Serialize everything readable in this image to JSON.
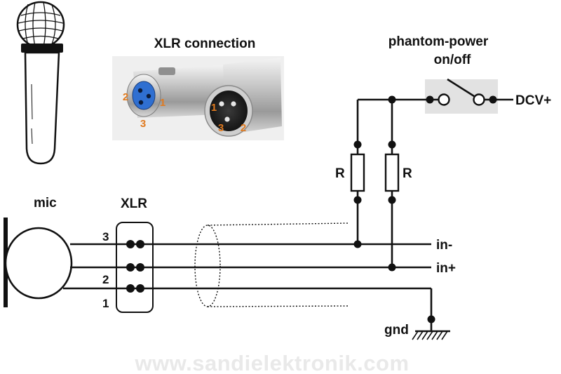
{
  "labels": {
    "xlr_connection_title": "XLR connection",
    "phantom_power_line1": "phantom-power",
    "phantom_power_line2": "on/off",
    "dcv": "DCV+",
    "resistor_left": "R",
    "resistor_right": "R",
    "mic": "mic",
    "xlr": "XLR",
    "in_minus": "in-",
    "in_plus": "in+",
    "gnd": "gnd",
    "watermark": "www.sandielektronik.com"
  },
  "pins": {
    "three": "3",
    "two": "2",
    "one": "1"
  },
  "photo_pins": {
    "female_2": "2",
    "female_1": "1",
    "female_3": "3",
    "male_1": "1",
    "male_3": "3",
    "male_2": "2"
  },
  "colors": {
    "line": "#111111",
    "pin_highlight": "#e07a1f",
    "female_insert": "#2f6fd1",
    "switch_box": "#e2e2e2",
    "watermark": "#e9e9e9"
  },
  "icons": [
    "microphone-icon",
    "ground-symbol-icon",
    "switch-icon",
    "resistor-icon"
  ]
}
